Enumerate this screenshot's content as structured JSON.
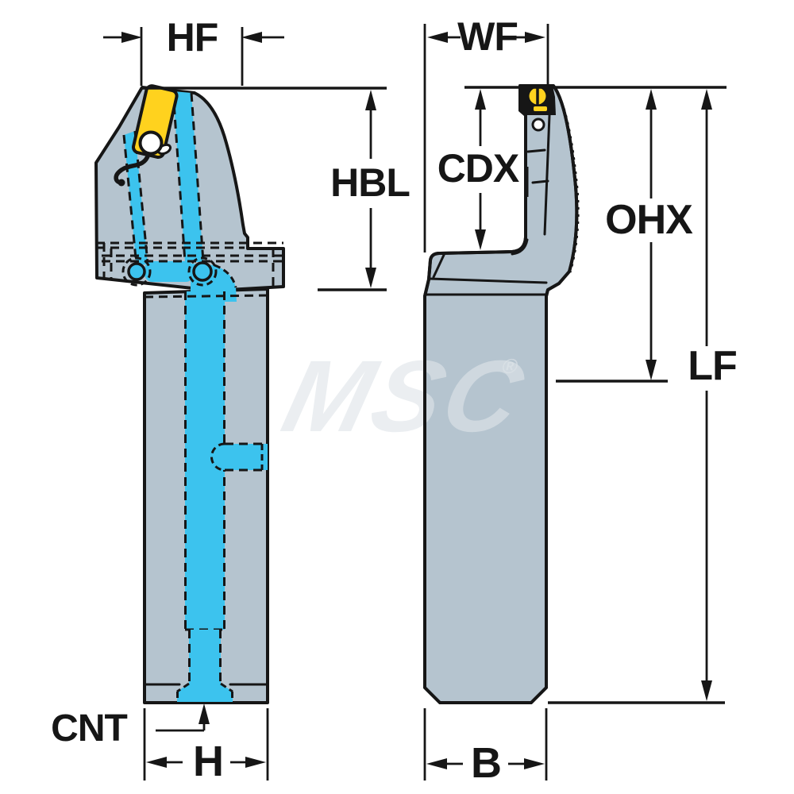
{
  "drawing": {
    "dimension_labels": {
      "hf": "HF",
      "wf": "WF",
      "hbl": "HBL",
      "cdx": "CDX",
      "ohx": "OHX",
      "lf": "LF",
      "cnt": "CNT",
      "h": "H",
      "b": "B"
    },
    "watermark": {
      "text": "MSC",
      "registered_mark": "®"
    }
  },
  "colors": {
    "line": "#161616",
    "body": "#b5c4cf",
    "coolant": "#3cc3ee",
    "insert": "#ffd21e",
    "background": "#ffffff",
    "watermark": "#dfe5e9"
  }
}
